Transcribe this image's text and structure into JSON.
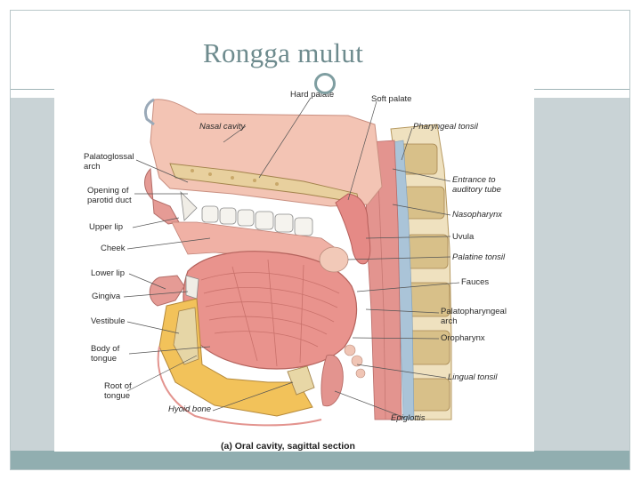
{
  "slide": {
    "title": "Rongga mulut",
    "colors": {
      "accent": "#7f9ea1",
      "footer": "#91aeb0",
      "panel": "#c9d3d6",
      "title": "#6e8b8e"
    }
  },
  "figure": {
    "caption": "(a) Oral cavity, sagittal section",
    "labels": {
      "hard_palate": "Hard palate",
      "soft_palate": "Soft palate",
      "nasal_cavity": "Nasal cavity",
      "pharyngeal_tonsil": "Pharyngeal tonsil",
      "palatoglossal_arch_1": "Palatoglossal",
      "palatoglossal_arch_2": "arch",
      "opening_parotid_1": "Opening of",
      "opening_parotid_2": "parotid duct",
      "entrance_auditory_1": "Entrance to",
      "entrance_auditory_2": "auditory tube",
      "nasopharynx": "Nasopharynx",
      "upper_lip": "Upper lip",
      "uvula": "Uvula",
      "cheek": "Cheek",
      "palatine_tonsil": "Palatine tonsil",
      "lower_lip": "Lower lip",
      "fauces": "Fauces",
      "gingiva": "Gingiva",
      "palatopharyngeal_1": "Palatopharyngeal",
      "palatopharyngeal_2": "arch",
      "vestibule": "Vestibule",
      "oropharynx": "Oropharynx",
      "body_tongue_1": "Body of",
      "body_tongue_2": "tongue",
      "lingual_tonsil": "Lingual tonsil",
      "root_tongue_1": "Root of",
      "root_tongue_2": "tongue",
      "hyoid_bone": "Hyoid bone",
      "epiglottis": "Epiglottis"
    }
  }
}
